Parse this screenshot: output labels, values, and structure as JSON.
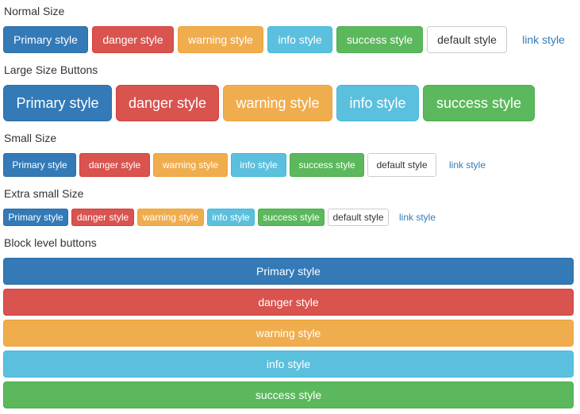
{
  "sections": {
    "normal_label": "Normal Size",
    "large_label": "Large Size Buttons",
    "small_label": "Small Size",
    "xs_label": "Extra small Size",
    "block_label": "Block level buttons"
  },
  "buttons": {
    "primary": "Primary style",
    "danger": "danger style",
    "warning": "warning style",
    "info": "info style",
    "success": "success style",
    "default": "default style",
    "link": "link style"
  },
  "colors": {
    "primary": "#337ab7",
    "danger": "#d9534f",
    "warning": "#f0ad4e",
    "info": "#5bc0de",
    "success": "#5cb85c",
    "default": "#ffffff",
    "link": "#337ab7"
  }
}
